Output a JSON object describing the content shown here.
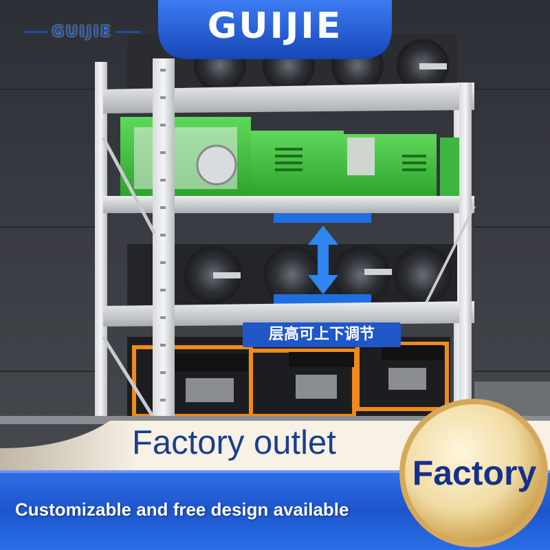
{
  "brand": {
    "logo_text": "GUIJIE",
    "title": "GUIJIE"
  },
  "feature": {
    "adjust_label": "层高可上下调节"
  },
  "promo": {
    "outlet": "Factory outlet",
    "customize": "Customizable and free design available",
    "badge": "Factory"
  },
  "colors": {
    "brand_blue": "#1f57c8",
    "machine_green": "#3ec23e",
    "generator_orange": "#f08a1c",
    "badge_gold": "#e8c873"
  },
  "scene": {
    "shelf_levels": 4,
    "items": [
      "electric motors",
      "green welders",
      "motors with adjust arrow",
      "orange generators"
    ]
  }
}
